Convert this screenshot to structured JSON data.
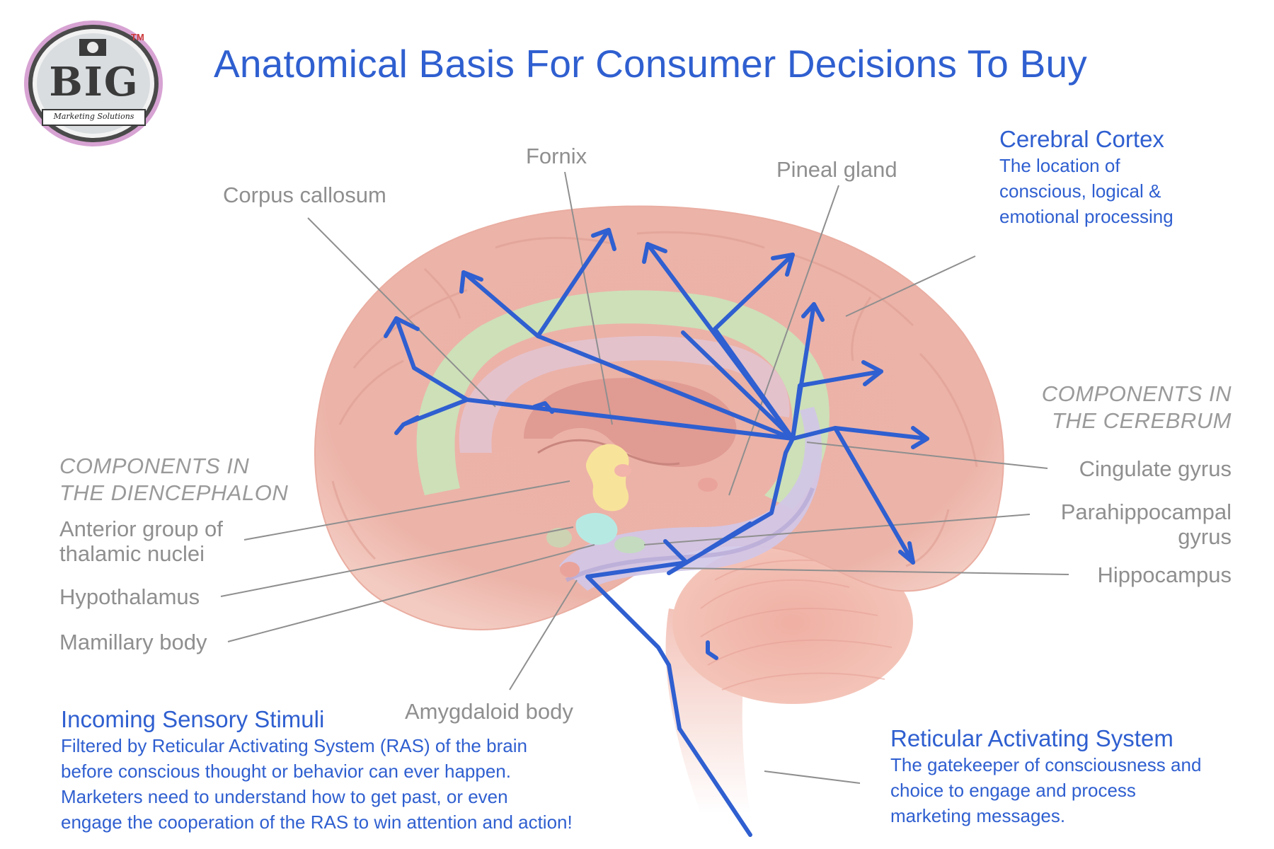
{
  "title": "Anatomical Basis For Consumer Decisions To Buy",
  "logo": {
    "main": "BIG",
    "tm": "TM",
    "sub": "Marketing Solutions"
  },
  "labels": {
    "corpus_callosum": "Corpus callosum",
    "fornix": "Fornix",
    "pineal_gland": "Pineal gland",
    "diencephalon_heading": [
      "COMPONENTS IN",
      "THE DIENCEPHALON"
    ],
    "anterior_group": [
      "Anterior group of",
      "thalamic nuclei"
    ],
    "hypothalamus": "Hypothalamus",
    "mamillary_body": "Mamillary body",
    "amygdaloid_body": "Amygdaloid body",
    "cerebrum_heading": [
      "COMPONENTS IN",
      "THE CEREBRUM"
    ],
    "cingulate_gyrus": "Cingulate gyrus",
    "parahippocampal_gyrus": [
      "Parahippocampal",
      "gyrus"
    ],
    "hippocampus": "Hippocampus"
  },
  "callouts": {
    "cerebral_cortex": {
      "heading": "Cerebral Cortex",
      "lines": [
        "The location of",
        "conscious, logical &",
        "emotional processing"
      ]
    },
    "sensory": {
      "heading": "Incoming Sensory Stimuli",
      "lines": [
        "Filtered by Reticular Activating System (RAS) of the brain",
        "before conscious thought or behavior can ever happen.",
        "Marketers need to understand how to get past, or even",
        "engage the cooperation of the RAS to win attention and action!"
      ]
    },
    "ras": {
      "heading": "Reticular Activating System",
      "lines": [
        "The gatekeeper of consciousness and",
        "choice to engage and process",
        "marketing messages."
      ]
    }
  },
  "colors": {
    "title_blue": "#2f5fd0",
    "arrow_blue": "#2f5fd0",
    "label_gray": "#8f8f8f",
    "brain_pink": "#eaa79b",
    "limbic_green": "#bfe5b3",
    "hippocampus_lavender": "#cbbfe6",
    "thalamus_yellow": "#f8e08e",
    "hypothalamus_cyan": "#aee6e0"
  }
}
